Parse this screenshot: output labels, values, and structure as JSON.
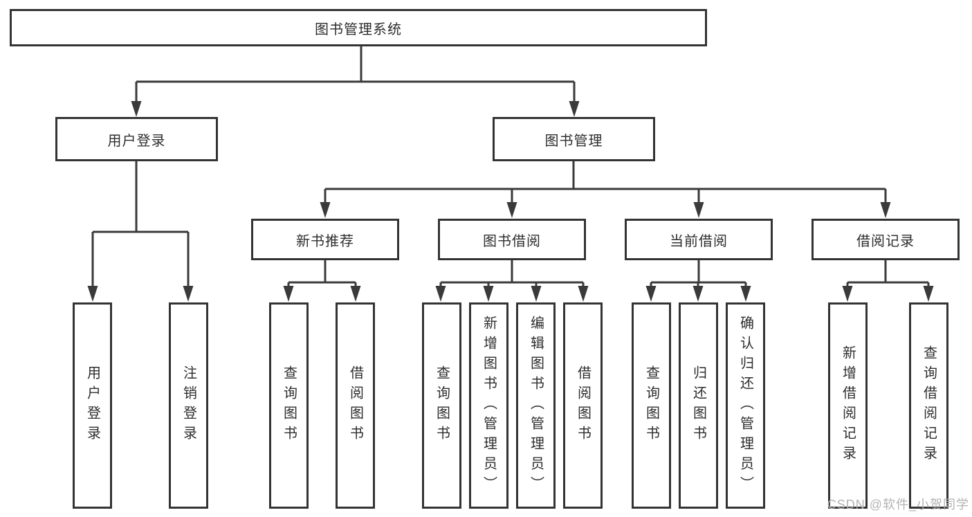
{
  "diagram": {
    "root": {
      "label": "图书管理系统"
    },
    "branches": {
      "user": {
        "label": "用户登录",
        "children": [
          {
            "label": "用户登录"
          },
          {
            "label": "注销登录"
          }
        ]
      },
      "book": {
        "label": "图书管理",
        "children": [
          {
            "label": "新书推荐",
            "children": [
              {
                "label": "查询图书"
              },
              {
                "label": "借阅图书"
              }
            ]
          },
          {
            "label": "图书借阅",
            "children": [
              {
                "label": "查询图书"
              },
              {
                "label": "新增图书（管理员）"
              },
              {
                "label": "编辑图书（管理员）"
              },
              {
                "label": "借阅图书"
              }
            ]
          },
          {
            "label": "当前借阅",
            "children": [
              {
                "label": "查询图书"
              },
              {
                "label": "归还图书"
              },
              {
                "label": "确认归还（管理员）"
              }
            ]
          },
          {
            "label": "借阅记录",
            "children": [
              {
                "label": "新增借阅记录"
              },
              {
                "label": "查询借阅记录"
              }
            ]
          }
        ]
      }
    },
    "watermark": "CSDN @软件_小贺同学",
    "colors": {
      "line": "#3a3a3a",
      "border": "#333333",
      "text": "#2d2d2d",
      "watermark": "#afafaf",
      "background": "#ffffff"
    }
  }
}
